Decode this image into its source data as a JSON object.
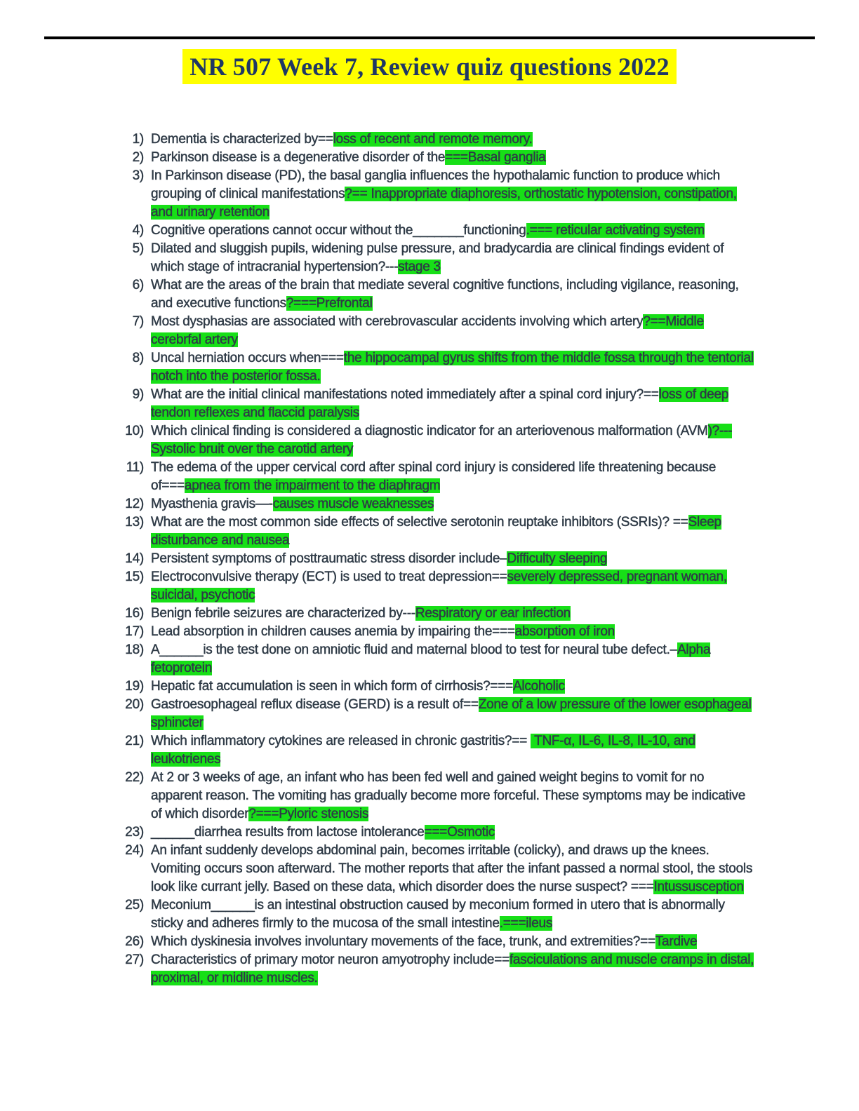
{
  "page": {
    "title": "NR 507 Week 7, Review quiz questions 2022"
  },
  "colors": {
    "title_text": "#1f3864",
    "title_highlight": "#ffff00",
    "body_text": "#2e3a46",
    "answer_highlight": "#17df17",
    "rule": "#000000"
  },
  "questions": [
    {
      "num": "1)",
      "segments": [
        {
          "t": "Dementia is characterized by==",
          "h": false
        },
        {
          "t": "loss of recent and remote memory.",
          "h": true
        }
      ]
    },
    {
      "num": "2)",
      "segments": [
        {
          "t": "Parkinson disease is a degenerative disorder of the",
          "h": false
        },
        {
          "t": "===Basal ganglia",
          "h": true
        }
      ]
    },
    {
      "num": "3)",
      "segments": [
        {
          "t": "In Parkinson disease (PD), the basal ganglia influences the hypothalamic function to produce which grouping of clinical manifestations",
          "h": false
        },
        {
          "t": "?== Inappropriate diaphoresis, orthostatic hypotension, constipation, and urinary retention",
          "h": true
        }
      ]
    },
    {
      "num": "4)",
      "segments": [
        {
          "t": "Cognitive operations cannot occur without the_______functioning",
          "h": false
        },
        {
          "t": ".=== reticular activating system",
          "h": true
        }
      ]
    },
    {
      "num": "5)",
      "segments": [
        {
          "t": "Dilated and sluggish pupils, widening pulse pressure, and bradycardia are clinical findings evident of which stage of intracranial hypertension?---",
          "h": false
        },
        {
          "t": "stage 3",
          "h": true
        }
      ]
    },
    {
      "num": "6)",
      "segments": [
        {
          "t": "What are the areas of the brain that mediate several cognitive functions, including vigilance, reasoning, and executive functions",
          "h": false
        },
        {
          "t": "?===Prefrontal",
          "h": true
        }
      ]
    },
    {
      "num": "7)",
      "segments": [
        {
          "t": "Most dysphasias are associated with cerebrovascular accidents involving which artery",
          "h": false
        },
        {
          "t": "?==Middle cerebrfal artery",
          "h": true
        }
      ]
    },
    {
      "num": "8)",
      "segments": [
        {
          "t": "Uncal herniation occurs when===",
          "h": false
        },
        {
          "t": "the hippocampal gyrus shifts from the middle fossa through the tentorial notch into the posterior fossa.",
          "h": true
        }
      ]
    },
    {
      "num": "9)",
      "segments": [
        {
          "t": "What are the initial clinical manifestations noted immediately after a spinal cord injury?==",
          "h": false
        },
        {
          "t": "loss of deep tendon reflexes and flaccid paralysis",
          "h": true
        }
      ]
    },
    {
      "num": "10)",
      "segments": [
        {
          "t": "Which clinical finding is considered a diagnostic indicator for an arteriovenous malformation (AVM",
          "h": false
        },
        {
          "t": ")?---Systolic bruit over the carotid artery",
          "h": true
        }
      ]
    },
    {
      "num": "11)",
      "segments": [
        {
          "t": "The edema of the upper cervical cord after spinal cord injury is considered life threatening because of===",
          "h": false
        },
        {
          "t": "apnea from the impairment to the diaphragm",
          "h": true
        }
      ]
    },
    {
      "num": "12)",
      "segments": [
        {
          "t": "Myasthenia gravis—-",
          "h": false
        },
        {
          "t": "causes muscle weaknesses",
          "h": true
        }
      ]
    },
    {
      "num": "13)",
      "segments": [
        {
          "t": "What are the most common side effects of selective serotonin reuptake inhibitors (SSRIs)? ==",
          "h": false
        },
        {
          "t": "Sleep disturbance and nausea",
          "h": true
        }
      ]
    },
    {
      "num": "14)",
      "segments": [
        {
          "t": "Persistent symptoms of posttraumatic stress disorder include–",
          "h": false
        },
        {
          "t": "Difficulty sleeping",
          "h": true
        }
      ]
    },
    {
      "num": "15)",
      "segments": [
        {
          "t": "Electroconvulsive therapy (ECT) is used to treat depression==",
          "h": false
        },
        {
          "t": "severely depressed, pregnant woman, suicidal, psychotic",
          "h": true
        }
      ]
    },
    {
      "num": "16)",
      "segments": [
        {
          "t": "Benign febrile seizures are characterized by---",
          "h": false
        },
        {
          "t": "Respiratory or ear infection",
          "h": true
        }
      ]
    },
    {
      "num": "17)",
      "segments": [
        {
          "t": "Lead absorption in children causes anemia by impairing the===",
          "h": false
        },
        {
          "t": "absorption of iron",
          "h": true
        }
      ]
    },
    {
      "num": "18)",
      "segments": [
        {
          "t": "A______is the test done on amniotic fluid and maternal blood to test for neural tube defect.–",
          "h": false
        },
        {
          "t": "Alpha fetoprotein",
          "h": true
        }
      ]
    },
    {
      "num": "19)",
      "segments": [
        {
          "t": "Hepatic fat accumulation is seen in which form of cirrhosis?===",
          "h": false
        },
        {
          "t": "Alcoholic",
          "h": true
        }
      ]
    },
    {
      "num": "20)",
      "segments": [
        {
          "t": "Gastroesophageal reflux disease (GERD) is a result of==",
          "h": false
        },
        {
          "t": "Zone of a low pressure of the lower esophageal sphincter",
          "h": true
        }
      ]
    },
    {
      "num": "21)",
      "segments": [
        {
          "t": "Which inflammatory cytokines are released in chronic gastritis?== ",
          "h": false
        },
        {
          "t": " TNF-α, IL-6, IL-8, IL-10, and leukotrienes",
          "h": true
        }
      ]
    },
    {
      "num": "22)",
      "segments": [
        {
          "t": "At 2 or 3 weeks of age, an infant who has been fed well and gained weight begins to vomit for no apparent reason. The vomiting has gradually become more forceful. These symptoms may be indicative of which disorder",
          "h": false
        },
        {
          "t": "?===Pyloric stenosis",
          "h": true
        }
      ]
    },
    {
      "num": "23)",
      "segments": [
        {
          "t": "______diarrhea results from lactose intolerance",
          "h": false
        },
        {
          "t": "===Osmotic",
          "h": true
        }
      ]
    },
    {
      "num": "24)",
      "segments": [
        {
          "t": "An infant suddenly develops abdominal pain, becomes irritable (colicky), and draws up the knees. Vomiting occurs soon afterward. The mother reports that after the infant passed a normal stool, the stools look like currant jelly. Based on these data, which disorder does the nurse suspect? ===",
          "h": false
        },
        {
          "t": "Intussusception",
          "h": true
        }
      ]
    },
    {
      "num": "25)",
      "segments": [
        {
          "t": "Meconium______is an intestinal obstruction caused by meconium formed in utero that is abnormally sticky and adheres firmly to the mucosa of the small intestine",
          "h": false
        },
        {
          "t": ".===ileus",
          "h": true
        }
      ]
    },
    {
      "num": "26)",
      "segments": [
        {
          "t": "Which dyskinesia involves involuntary movements of the face, trunk, and extremities?==",
          "h": false
        },
        {
          "t": "Tardive",
          "h": true
        }
      ]
    },
    {
      "num": "27)",
      "segments": [
        {
          "t": "Characteristics of primary motor neuron amyotrophy include==",
          "h": false
        },
        {
          "t": "fasciculations and muscle cramps in distal, proximal, or midline muscles.",
          "h": true
        }
      ]
    }
  ]
}
